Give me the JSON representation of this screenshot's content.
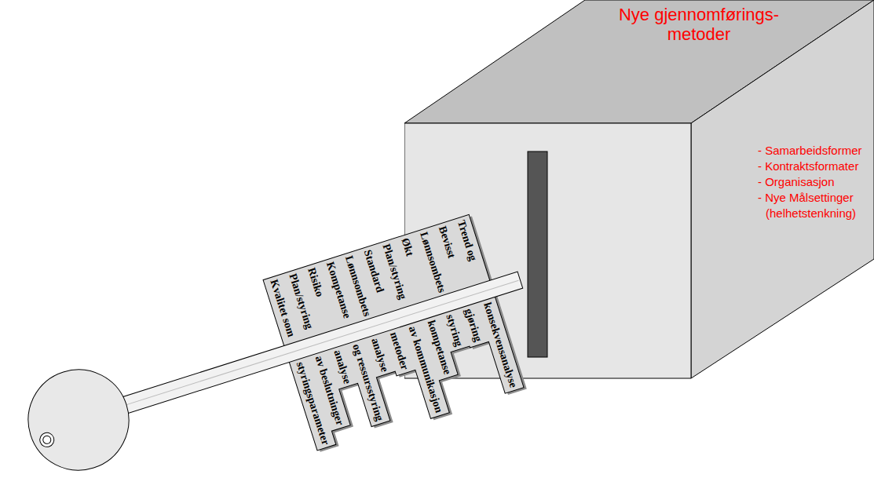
{
  "diagram": {
    "nodes": [
      {
        "text": [
          "Nye gjennomførings- metoder",
          "- Samarbeidsformer",
          "- Kontraktsformater",
          "- Organisasjon",
          "- Nye Målsettinger (helhetstenkning)"
        ]
      }
    ],
    "labels": [
      "Kvalitet som",
      "styringsparameter",
      "Plan/styring",
      "av beslutninger",
      "Risiko",
      "analyse",
      "Kompetanse",
      "og ressursstyring",
      "Lønnsombets",
      "analyse",
      "Standard",
      "metoder",
      "Plan/styring",
      "av kommunikasjon",
      "Økt",
      "kompetanse",
      "Lønnsombets",
      "styring",
      "Bevisst",
      "gjøring",
      "Trend og",
      "konsekvensanalyse"
    ]
  }
}
